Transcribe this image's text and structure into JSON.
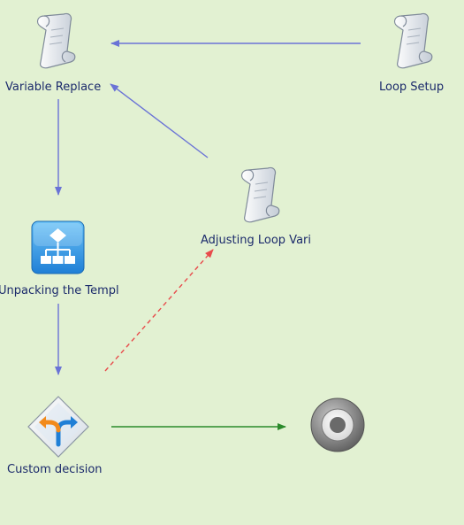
{
  "nodes": {
    "variable_replace": {
      "label": "Variable Replace",
      "icon": "script-scroll-icon"
    },
    "loop_setup": {
      "label": "Loop Setup",
      "icon": "script-scroll-icon"
    },
    "adjusting_loop_vari": {
      "label": "Adjusting Loop Vari",
      "icon": "script-scroll-icon"
    },
    "unpacking_template": {
      "label": "Unpacking the Templ",
      "icon": "flowchart-activity-icon"
    },
    "custom_decision": {
      "label": "Custom decision",
      "icon": "decision-diamond-icon"
    },
    "end_node": {
      "label": "",
      "icon": "end-target-icon"
    }
  },
  "connector_colors": {
    "flow": "#6a73d6",
    "true_branch": "#2b8a2b",
    "false_branch": "#e84b4b"
  },
  "background_color": "#e2f1d2"
}
